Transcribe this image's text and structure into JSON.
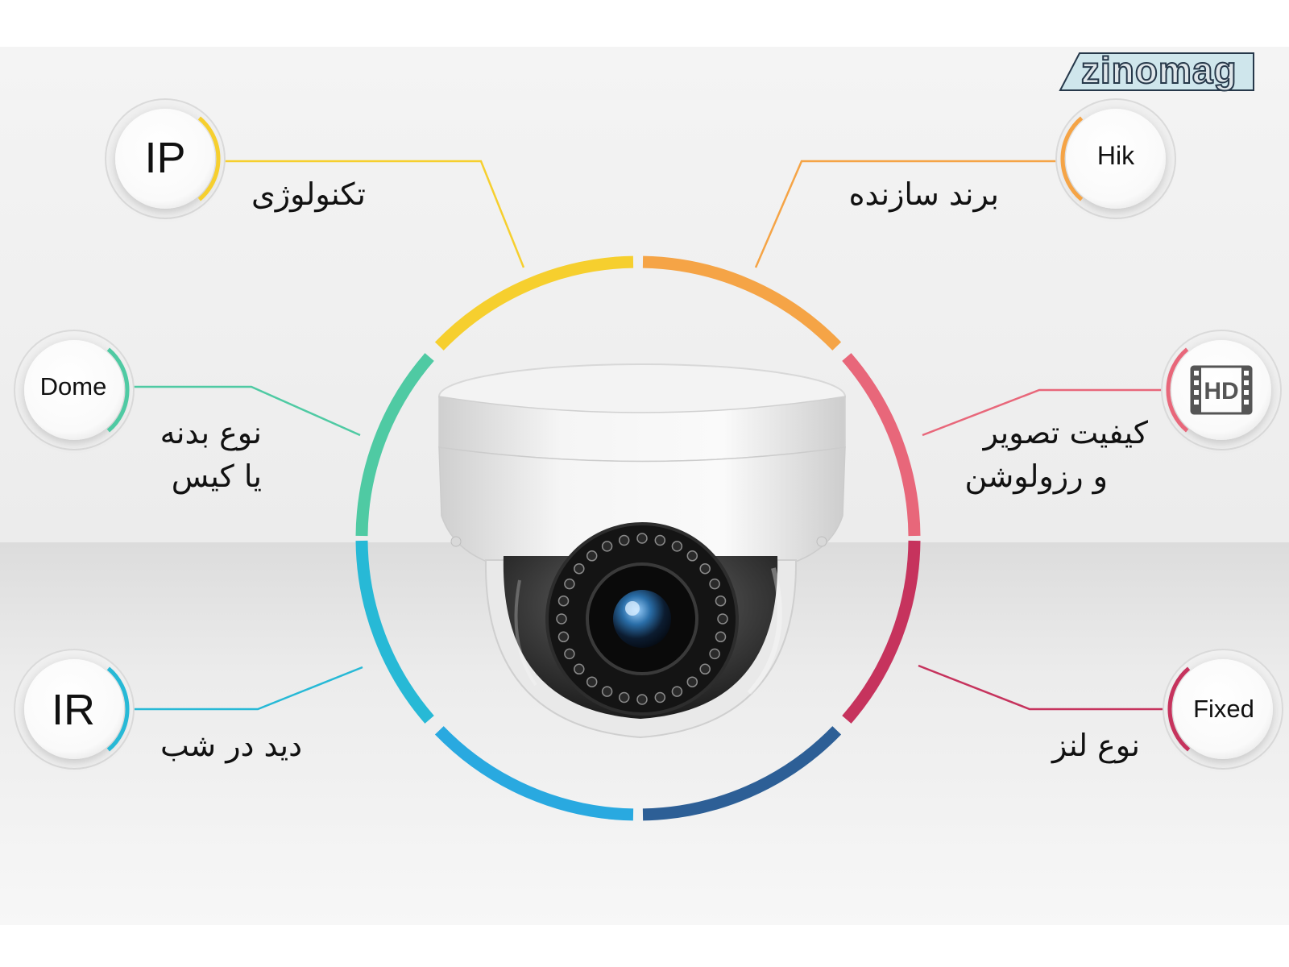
{
  "watermark": {
    "text": "zinomag"
  },
  "features": [
    {
      "id": "technology",
      "badge": "IP",
      "label": "تکنولوژی",
      "color": "#f6cf2e"
    },
    {
      "id": "brand",
      "badge": "Hik",
      "label": "برند سازنده",
      "color": "#f5a446"
    },
    {
      "id": "body",
      "badge": "Dome",
      "label_line1": "نوع بدنه",
      "label_line2": "یا کیس",
      "color": "#4fcaa3"
    },
    {
      "id": "quality",
      "badge_icon": "hd-film-icon",
      "badge_icon_text": "HD",
      "label_line1": "کیفیت تصویر",
      "label_line2": "و رزولوشن",
      "color": "#e8677a"
    },
    {
      "id": "night",
      "badge": "IR",
      "label": "دید در شب",
      "color": "#27b9d6"
    },
    {
      "id": "lens",
      "badge": "Fixed",
      "label": "نوع لنز",
      "color": "#c6335d"
    }
  ],
  "ring_colors": {
    "top_left": "#f6cf2e",
    "top_right": "#f5a446",
    "right_upper": "#e8677a",
    "right_lower": "#c6335d",
    "bottom_right": "#2d5f96",
    "bottom_left": "#29a9e0",
    "left_lower": "#27b9d6",
    "left_upper": "#4fcaa3"
  },
  "icons": {
    "camera": "dome-camera-icon"
  }
}
